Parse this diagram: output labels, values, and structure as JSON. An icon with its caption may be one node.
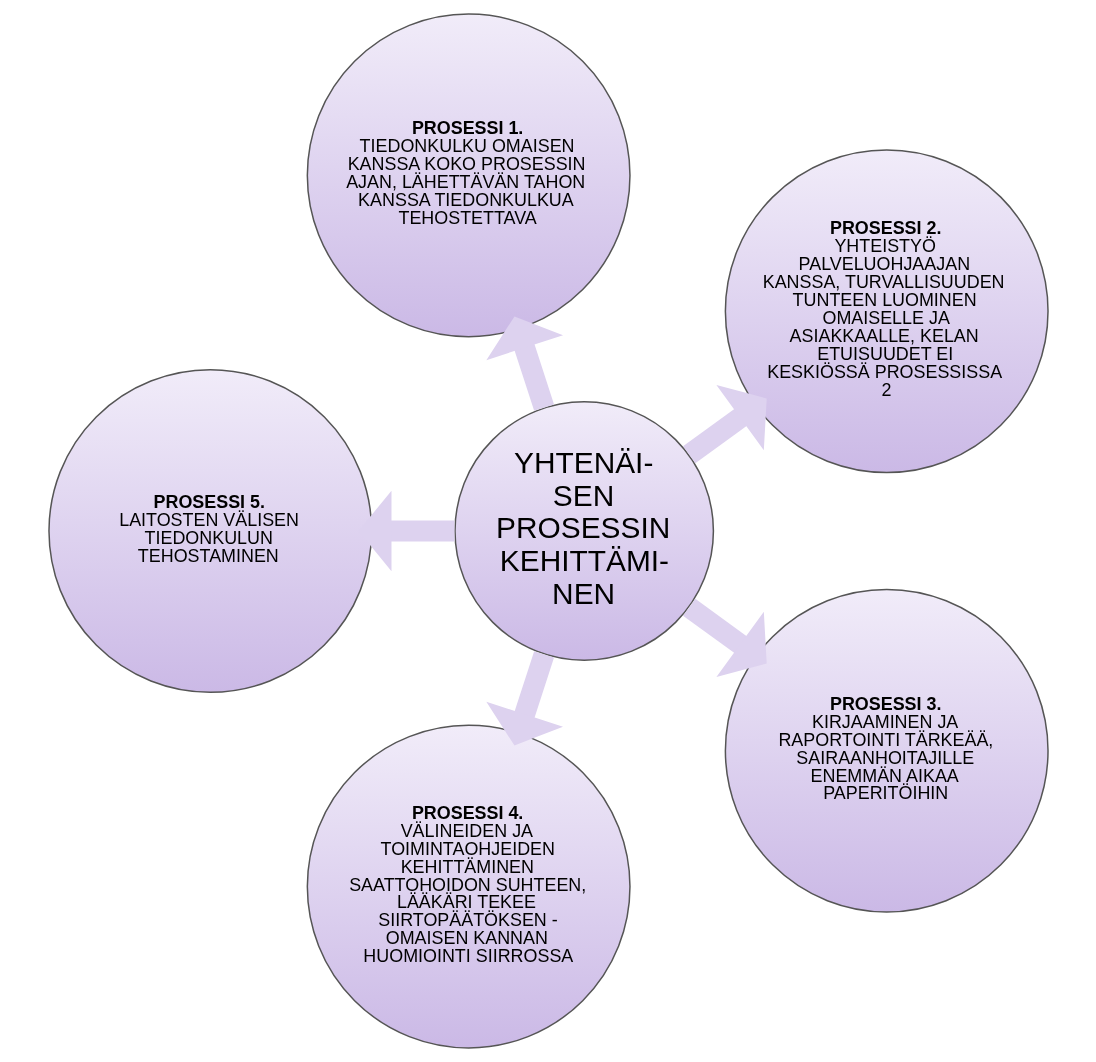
{
  "diagram": {
    "nodes": [
      {
        "text": [
          "YHTENÄI- SEN PROSESSIN KEHITTÄMI- NEN"
        ]
      },
      {
        "text": [
          "PROSESSI 1.",
          "TIEDONKULKU OMAISEN KANSSA KOKO PROSESSIN AJAN, LÄHETTÄVÄN TAHON KANSSA TIEDONKULKUA TEHOSTETTAVA"
        ]
      },
      {
        "text": [
          "PROSESSI 2.",
          "YHTEISTYÖ PALVELUOHJAAJAN KANSSA, TURVALLISUUDEN TUNTEEN LUOMINEN OMAISELLE JA ASIAKKAALLE, KELAN ETUISUUDET EI KESKIÖSSÄ PROSESSISSA 2"
        ]
      },
      {
        "text": [
          "PROSESSI 3.",
          "KIRJAAMINEN JA RAPORTOINTI TÄRKEÄÄ, SAIRAANHOITAJILLE ENEMMÄN AIKAA PAPERITÖIHIN"
        ]
      },
      {
        "text": [
          "PROSESSI 4.",
          "VÄLINEIDEN JA TOIMINTAOHJEIDEN KEHITTÄMINEN SAATTOHOIDON SUHTEEN, LÄÄKÄRI TEKEE SIIRTOPÄÄTÖKSEN - OMAISEN KANNAN HUOMIOINTI SIIRROSSA"
        ]
      },
      {
        "text": [
          "PROSESSI 5.",
          "LAITOSTEN VÄLISEN TIEDONKULUN TEHOSTAMINEN"
        ]
      }
    ],
    "edges": [
      {
        "from": 0,
        "to": 1,
        "arrow": "to"
      },
      {
        "from": 0,
        "to": 2,
        "arrow": "to"
      },
      {
        "from": 0,
        "to": 3,
        "arrow": "to"
      },
      {
        "from": 0,
        "to": 4,
        "arrow": "to"
      },
      {
        "from": 0,
        "to": 5,
        "arrow": "to"
      }
    ]
  }
}
